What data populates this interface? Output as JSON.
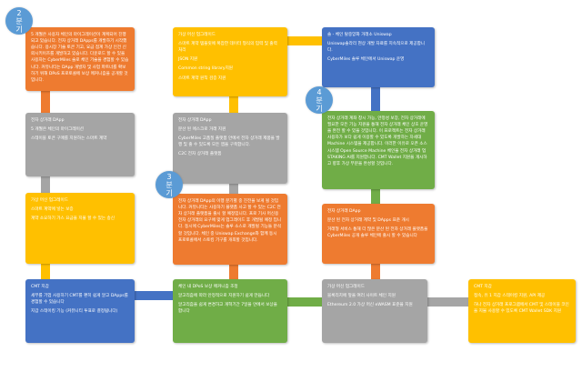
{
  "badges": {
    "q2": [
      "2",
      "분",
      "기"
    ],
    "q3": [
      "3",
      "분",
      "기"
    ],
    "q4": [
      "4",
      "분",
      "기"
    ]
  },
  "boxes": {
    "b1": [
      "5 개월은 사용자 체인의 마이그레이션이 계획되어 진행되고 있습니다. 전자 상거래 DApps를 개발하기 시작했습니다. 용시장 기술 토큰 기고, 요금 점계 가상 인건 신뢰시키이즈를 개발하고 있습니다. 다운로드 할 수 있을 사용자는 CyberMiles 슬로 체인 기술을 경험할 수 있습니다. 커뮤니티는 DApp 개발자 및 사업 파트너를 확보하기 위해 DPoS 프로토콜에 보상 메커니즘을 공개할 것입니다."
    ],
    "b2": [
      "가상 머신 업그레이드",
      "스마트 계약 템플릿에 복잡한 데이터 형식의 입력 및 출력 처리",
      "JSON 지원",
      "Common string library지원",
      "스마트 계약 원칙 검증 지원"
    ],
    "b3": [
      "솔 - 체인 탈중앙화 거래소 Uniswap",
      "Uniswap솔라리 현상 개발 자료를 지속적으로 제공합니다.",
      "CyberMiles 솔루 체인에서 Uniswap 운영"
    ],
    "b4": [
      "전자 상거래 DApp",
      "5 개월은 체인의 마이그레이션",
      "스테이블 토큰 구매를 지원하는 스마트 계약"
    ],
    "b5": [
      "전자 상거래 DApp",
      "분산 된 에스크로 거래 지원",
      "CyberMiles 고품질 플랫폼 안에서 전자 상거래 제품을 발행 및 출 수 있도록 모든 앱을 구축합니다.",
      "C2C 전자 상거래 플랫폼"
    ],
    "b6": [
      "전자 상거래 계좌 창시 가능, 안정성 보장, 전자 상거래에 필요한 모든 기능 지원을 통해 전자 상거래 체인 상호 운영을 완전 할 수 있을 것입니다. 이 프로젝트는 전자 상거래 사용자가 보다 쉽게 이용할 수 있도록 개발하는 차세대 Machine 시스템을 제공합니다. 이러한 이유로 오픈 소스 시스템 Open Source Machine 체인을 전자 상거래 업 STAKING AI를 지원합니다. CMT Wallet 지원을 개시하고 향후 가상 부분을 완성할 것입니다."
    ],
    "b7": [
      "가상 머신 업그레이드",
      "스마트 계약에 넣는 보증",
      "계약 소요하기 가스 요금을 지불 할 수 있는 송신"
    ],
    "b8": [
      "전자 상거래 DApp의 이행 분기별 중 진전을 보게 될 것입니다. 커뮤니티는 사용하기 플랫폼 사고 할 수 있는 C2C 전자 상거래 플랫폼을 출시 할 예정입니다. 프로 기사 머신용 전자 상거래의 요구에 맞게 업그레이드 후 개발될 예정 입니다. 동시에 CyberMiles는 솔루 소스로 개발될 기능들 분석 할 것입니다. 체인 중 Uniswap Exchange와 함께 동시 프로토콜에서 스토킹 기구를 개최할 것입니다."
    ],
    "b9": [
      "전자 상거래 DApp",
      "분산 된 전자 상거래 계약 및 DApps 표준 개시",
      "거래형 서비스 통해 더 많은 분산 된 전자 상거래 플랫폼을 CyberMiles 공개 솔루 체인에 출시 할 수 있습니다"
    ],
    "b10": [
      "CMT 지갑",
      "세부를 기업 사용하기 CMT를 편히 쉽게 알고 DApps를 경험할 수 있습니다",
      "지갑 스테이킹 기능 (커뮤니티 투표로 결정됩니다)"
    ],
    "b11": [
      "체인 내 DPoS 보상 메커니즘 조정",
      "알고리즘에 따라 안정적으로 지원하기 쉽게 만듭니다",
      "알고리즘을 쉽게 변경하고 개혁기간 7일을 안에서 보상을 합니다"
    ],
    "b12": [
      "가상 머신 업그레이드",
      "블록리치에 앞을 여러 사이트 체인 지원",
      "Ethereum 2.0 가상 머신 eWASM 표준을 지원"
    ],
    "b13": [
      "CMT 지갑",
      "접속, 유 1 지갑 스테이킹 지원, API 제공",
      "하나 전자 상거래 프로그램에서 CMT 및 스테이블 코인을 지불 사용할 수 있도록 CMT Wallet SDK 지원"
    ]
  }
}
